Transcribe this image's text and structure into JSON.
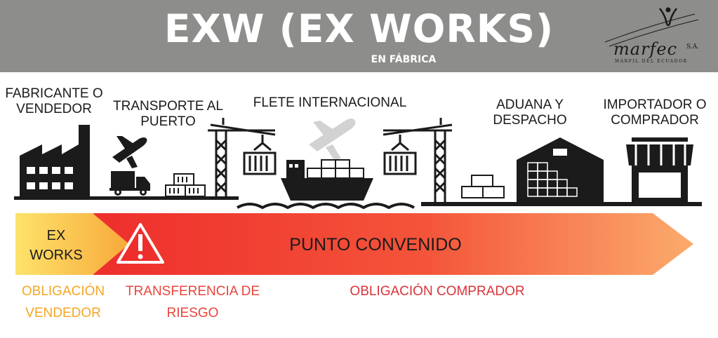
{
  "header": {
    "title": "EXW (EX WORKS)",
    "subtitle": "EN FÁBRICA",
    "logo": {
      "brand": "marfec",
      "suffix": "S.A.",
      "tagline": "MARFIL DEL ECUADOR"
    }
  },
  "stages": [
    {
      "label": "FABRICANTE O VENDEDOR",
      "icon": "factory-icon"
    },
    {
      "label": "TRANSPORTE AL PUERTO",
      "icon": "truck-icon"
    },
    {
      "label": "FLETE INTERNACIONAL",
      "icon": "ship-icon"
    },
    {
      "label": "ADUANA Y DESPACHO",
      "icon": "crane-icon"
    },
    {
      "label": "IMPORTADOR O COMPRADOR",
      "icon": "store-icon"
    }
  ],
  "arrow": {
    "start_label": "EX WORKS",
    "main_label": "PUNTO CONVENIDO"
  },
  "obligations": {
    "seller": "OBLIGACIÓN VENDEDOR",
    "risk": "TRANSFERENCIA DE RIESGO",
    "buyer": "OBLIGACIÓN COMPRADOR"
  },
  "colors": {
    "header": "#8d8d8b",
    "seller": "#f5a623",
    "risk": "#e8453c",
    "buyer": "#d9333a",
    "icons": "#1b1b1b"
  }
}
